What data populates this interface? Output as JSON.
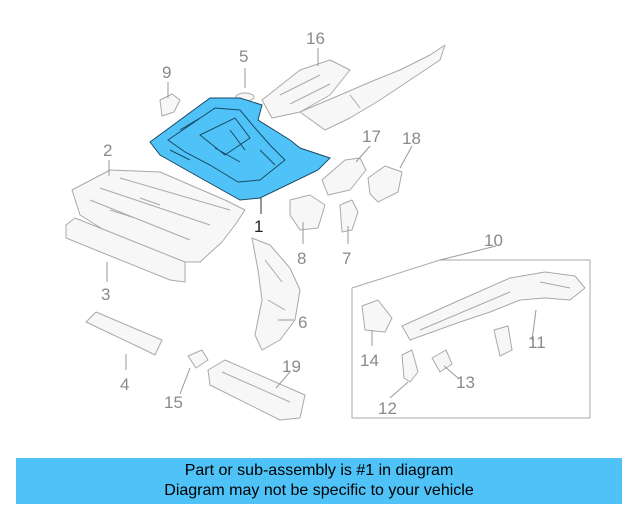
{
  "callouts": {
    "c1": "1",
    "c2": "2",
    "c3": "3",
    "c4": "4",
    "c5": "5",
    "c6": "6",
    "c7": "7",
    "c8": "8",
    "c9": "9",
    "c10": "10",
    "c11": "11",
    "c12": "12",
    "c13": "13",
    "c14": "14",
    "c15": "15",
    "c16": "16",
    "c17": "17",
    "c18": "18",
    "c19": "19"
  },
  "highlight_color": "#4fc3f7",
  "banner": {
    "line1": "Part or sub-assembly is #1 in diagram",
    "line2": "Diagram may not be specific to your vehicle"
  }
}
